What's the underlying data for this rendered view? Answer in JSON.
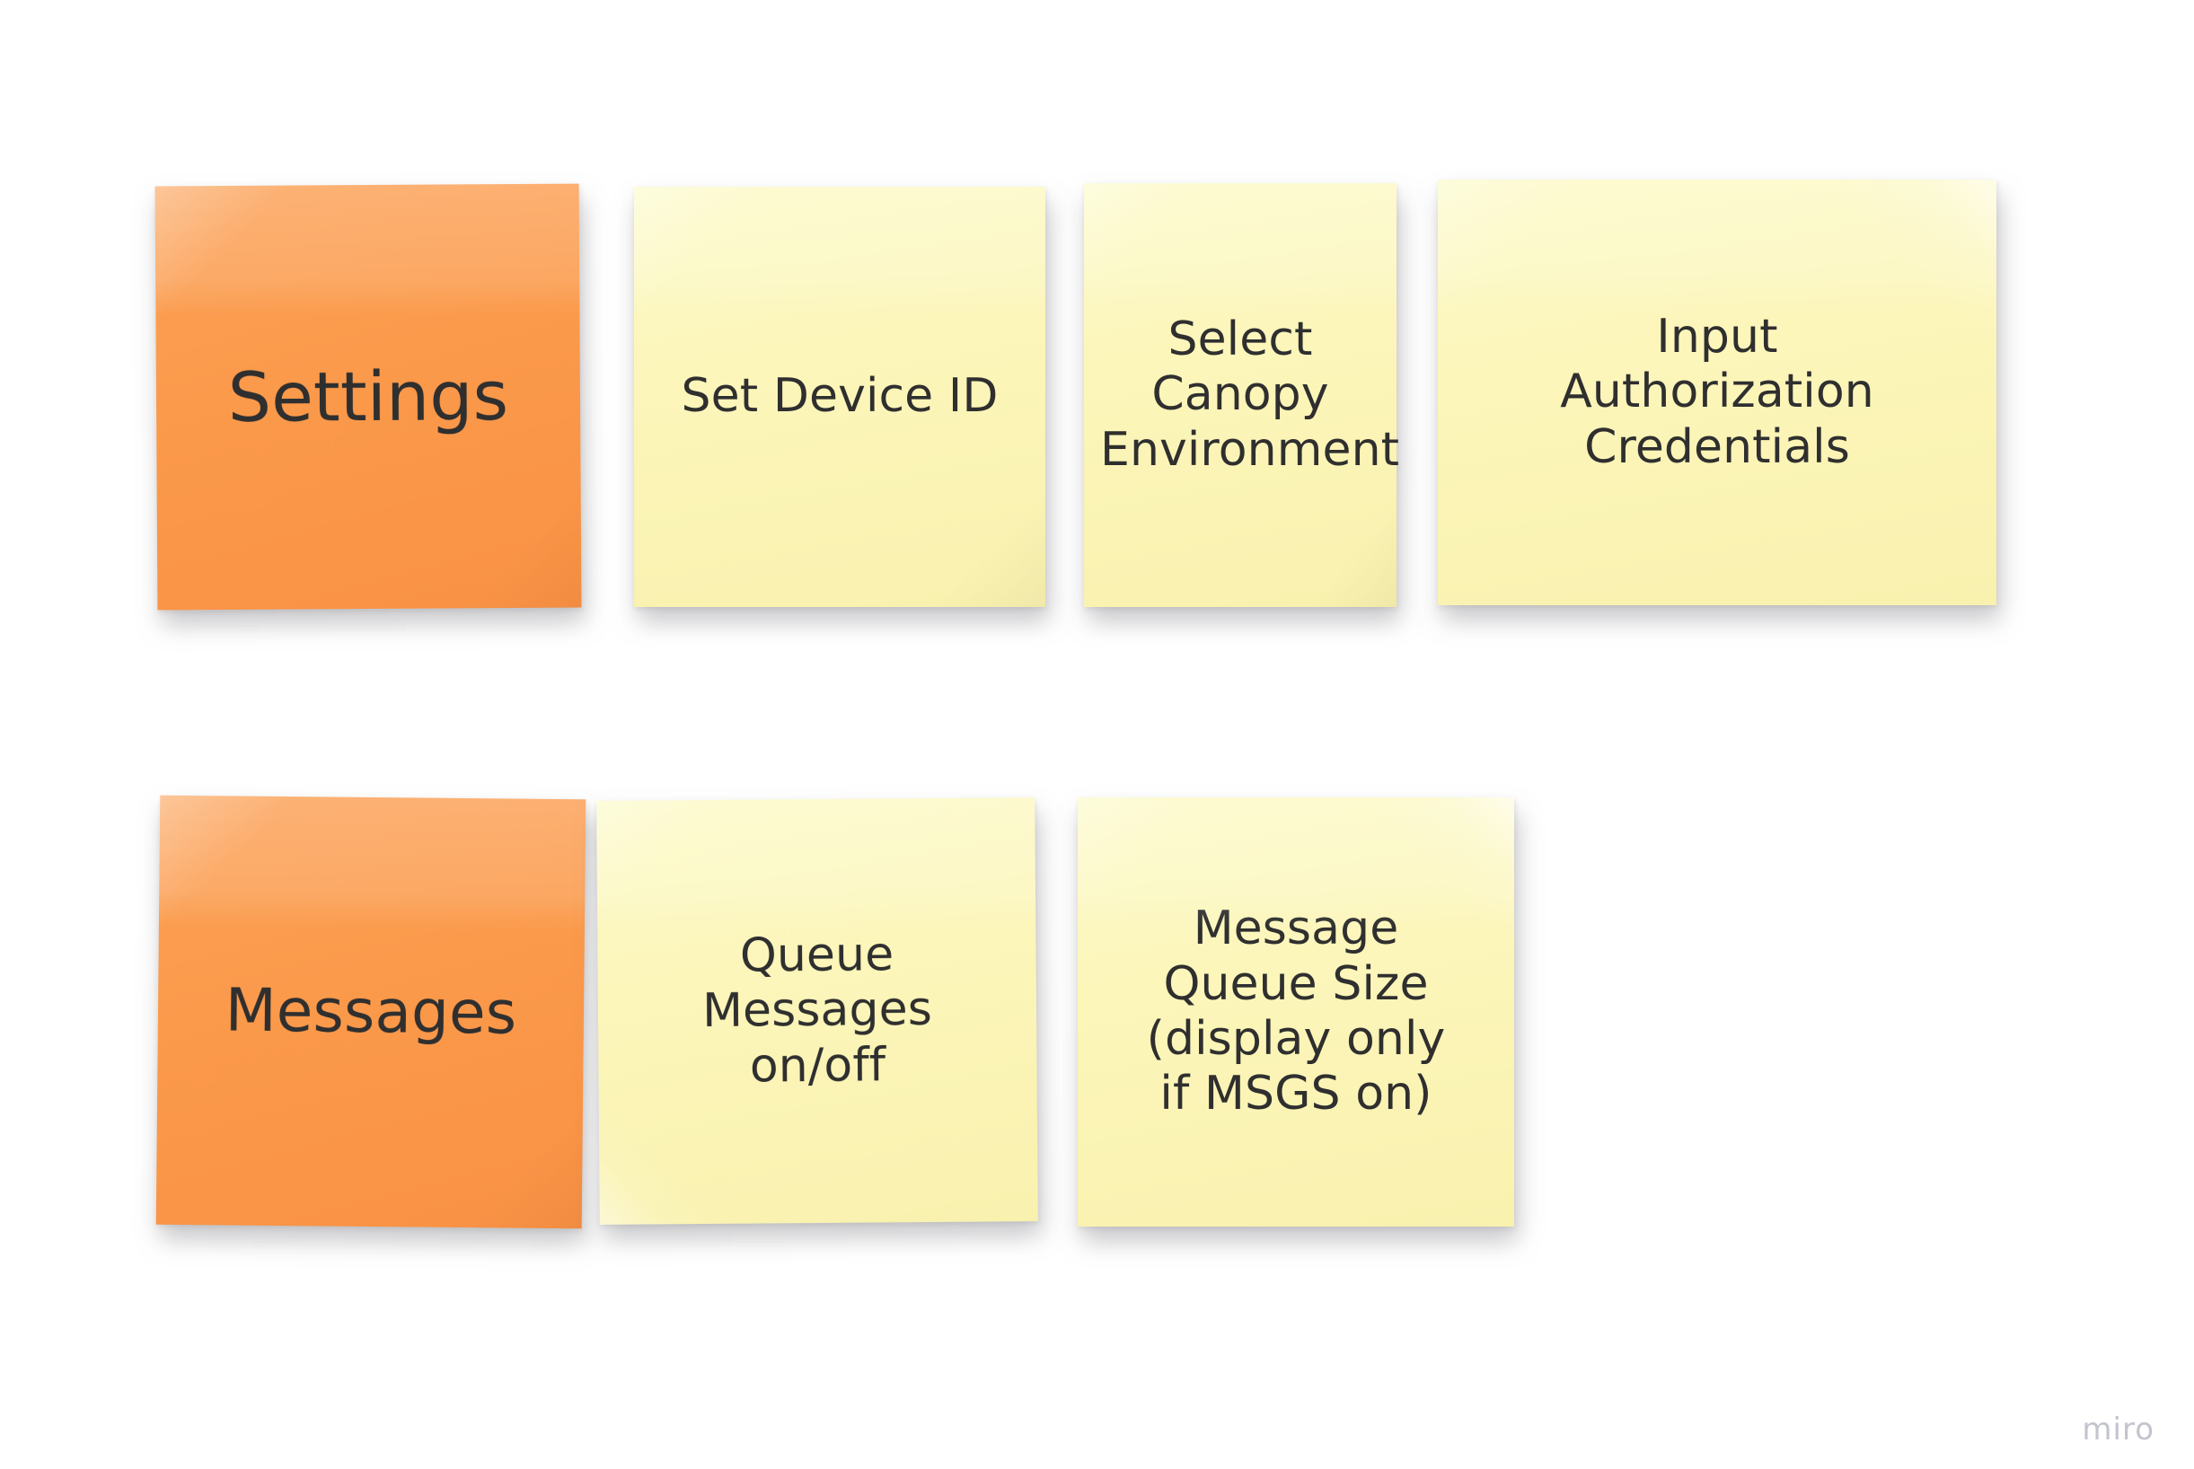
{
  "board": {
    "background_color": "#ffffff",
    "watermark": "miro"
  },
  "palette": {
    "orange": "#fb9a4b",
    "yellow": "#fcf6bb",
    "text": "#2f2f2f",
    "watermark": "#c3c4ce"
  },
  "rows": [
    {
      "name": "settings-row",
      "category_label": "Settings",
      "notes": [
        {
          "id": "settings",
          "color": "orange",
          "text": "Settings"
        },
        {
          "id": "set-device-id",
          "color": "yellow",
          "text": "Set Device ID"
        },
        {
          "id": "select-canopy",
          "color": "yellow",
          "text": "Select\nCanopy\nEnvironment"
        },
        {
          "id": "input-auth",
          "color": "yellow",
          "text": "Input\nAuthorization\nCredentials"
        }
      ]
    },
    {
      "name": "messages-row",
      "category_label": "Messages",
      "notes": [
        {
          "id": "messages",
          "color": "orange",
          "text": "Messages"
        },
        {
          "id": "queue-messages",
          "color": "yellow",
          "text": "Queue\nMessages\non/off"
        },
        {
          "id": "queue-size",
          "color": "yellow",
          "text": "Message\nQueue Size\n(display only\nif MSGS on)"
        }
      ]
    }
  ]
}
